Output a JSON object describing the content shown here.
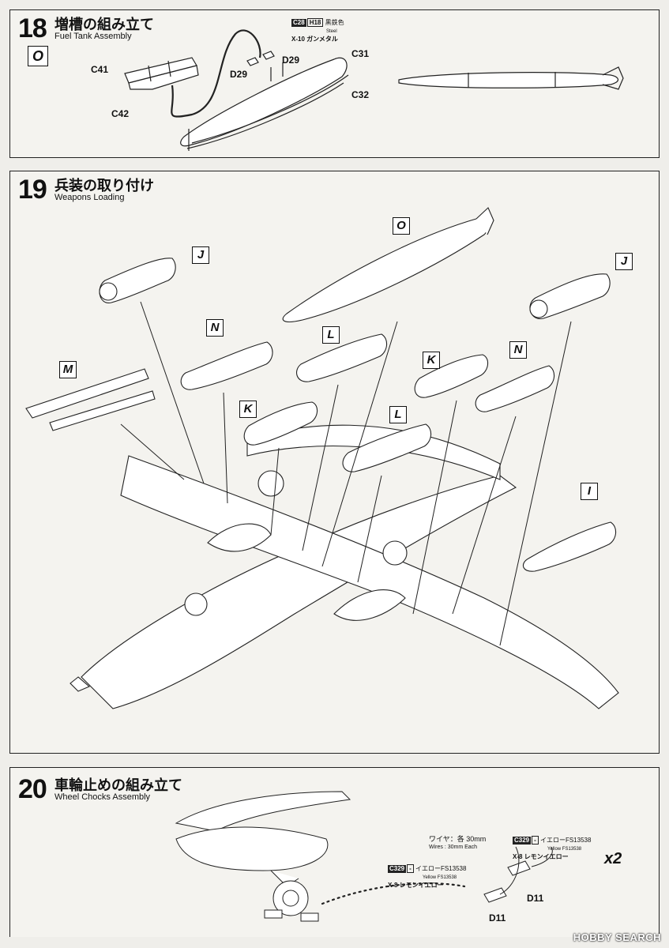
{
  "step18": {
    "number": "18",
    "title_jp": "増槽の組み立て",
    "title_en": "Fuel Tank Assembly",
    "option_box": "O",
    "parts": [
      "C41",
      "C42",
      "D29",
      "D29",
      "C31",
      "C32"
    ],
    "paint": {
      "code": "C28",
      "code2": "H18",
      "color_jp": "黒鉄色",
      "color_en": "Steel",
      "x_code": "X-10 ガンメタル"
    }
  },
  "step19": {
    "number": "19",
    "title_jp": "兵装の取り付け",
    "title_en": "Weapons Loading",
    "boxes": [
      "O",
      "J",
      "J",
      "N",
      "N",
      "L",
      "L",
      "M",
      "K",
      "K",
      "I"
    ]
  },
  "step20": {
    "number": "20",
    "title_jp": "車輪止めの組み立て",
    "title_en": "Wheel Chocks Assembly",
    "wire_jp": "ワイヤ：各 30mm",
    "wire_en": "Wires : 30mm Each",
    "paint": {
      "code": "C329",
      "code2": "-",
      "color_jp": "イエローFS13538",
      "color_en": "Yellow FS13538",
      "x_code": "X-8 レモンイエロー"
    },
    "parts": [
      "D11",
      "D11"
    ],
    "multiplier": "x2"
  },
  "watermark": "HOBBY SEARCH"
}
